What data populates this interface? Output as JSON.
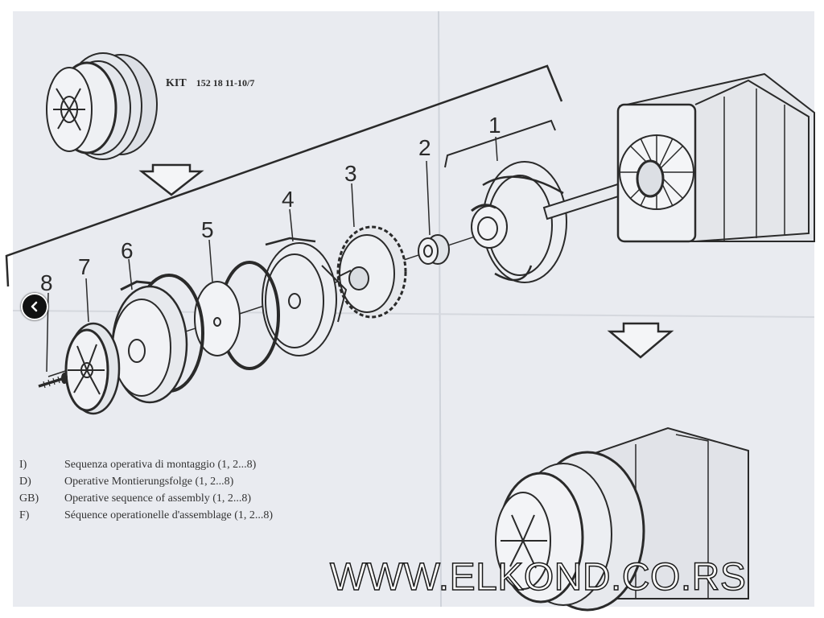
{
  "kit": {
    "prefix": "KIT",
    "code": "152 18 11-10/7"
  },
  "part_numbers": [
    "1",
    "2",
    "3",
    "4",
    "5",
    "6",
    "7",
    "8"
  ],
  "legend": [
    {
      "lang": "I)",
      "text": "Sequenza operativa di montaggio (1, 2...8)"
    },
    {
      "lang": "D)",
      "text": "Operative Montierungsfolge (1, 2...8)"
    },
    {
      "lang": "GB)",
      "text": "Operative sequence of assembly (1, 2...8)"
    },
    {
      "lang": "F)",
      "text": "Séquence operationelle d'assemblage (1, 2...8)"
    }
  ],
  "watermark": "WWW.ELKOND.CO.RS",
  "nav": {
    "icon": "chevron-left-icon"
  },
  "colors": {
    "paper": "#e9ebf0",
    "ink": "#2a2a2a",
    "nav_bg": "#111111"
  }
}
